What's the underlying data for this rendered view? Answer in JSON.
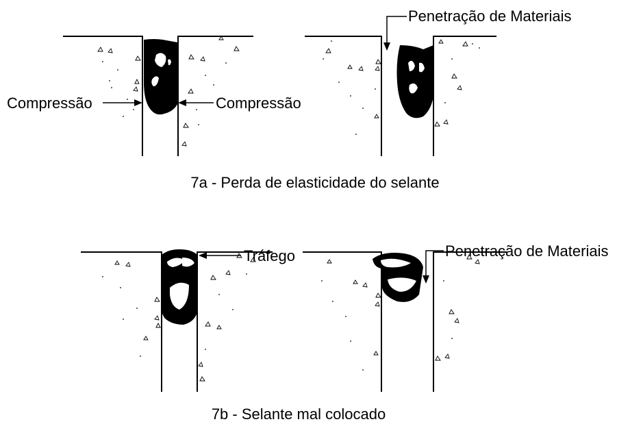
{
  "figure_7a": {
    "label_compression_left": "Compressão",
    "label_compression_right": "Compressão",
    "label_penetration": "Penetração de Materiais",
    "caption": "7a - Perda de elasticidade do selante"
  },
  "figure_7b": {
    "label_traffic": "Tráfego",
    "label_penetration": "Penetração de Materiais",
    "caption": "7b - Selante mal colocado"
  }
}
